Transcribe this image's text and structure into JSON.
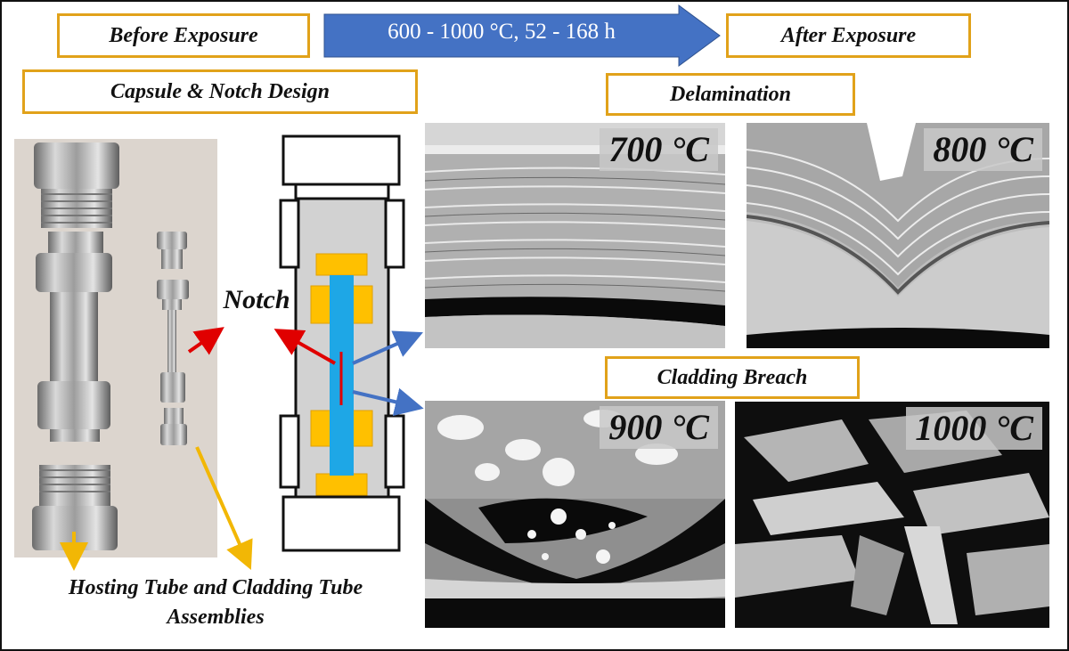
{
  "labels": {
    "before_exposure": "Before Exposure",
    "conditions": "600 - 1000 °C, 52 - 168 h",
    "after_exposure": "After Exposure",
    "capsule_notch_design": "Capsule & Notch Design",
    "delamination": "Delamination",
    "cladding_breach": "Cladding Breach",
    "notch": "Notch",
    "assemblies_line1": "Hosting Tube and Cladding Tube",
    "assemblies_line2": "Assemblies"
  },
  "micrographs": [
    {
      "temp": "700 °C"
    },
    {
      "temp": "800 °C"
    },
    {
      "temp": "900 °C"
    },
    {
      "temp": "1000 °C"
    }
  ],
  "colors": {
    "label_border": "#e1a21a",
    "arrow_blue": "#4472c4",
    "arrow_red": "#e00000",
    "arrow_orange": "#f2b705",
    "cladding_blue": "#1ea7e6",
    "endcap_orange": "#ffc000"
  }
}
